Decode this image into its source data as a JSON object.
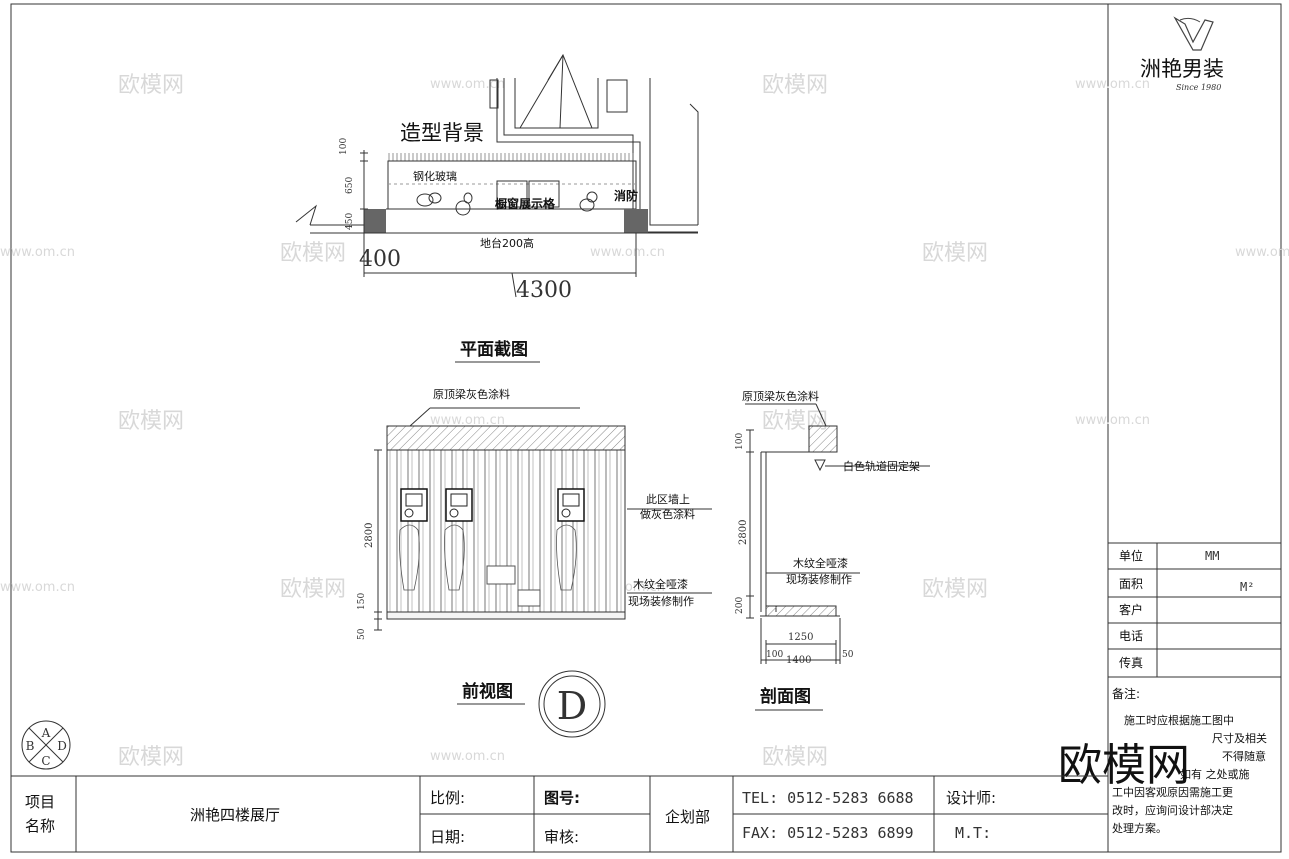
{
  "brand": {
    "name": "洲艳男装",
    "since": "Since 1980"
  },
  "plan": {
    "title_label": "造型背景",
    "glass_label": "钢化玻璃",
    "shelf_label": "橱窗展示格",
    "fire_label": "消防",
    "platform_label": "地台200高",
    "dim_400": "400",
    "dim_4300": "4300",
    "dim_100": "100",
    "dim_650": "650",
    "dim_450": "450"
  },
  "titles": {
    "plan": "平面截图",
    "front": "前视图",
    "section": "剖面图"
  },
  "front": {
    "ceiling_label": "原顶梁灰色涂料",
    "wall_label_1": "此区墙上",
    "wall_label_2": "做灰色涂料",
    "wood_label_1": "木纹全哑漆",
    "wood_label_2": "现场装修制作",
    "dim_2800": "2800",
    "dim_150": "150",
    "dim_50": "50",
    "marker": "D"
  },
  "section": {
    "ceiling_label": "原顶梁灰色涂料",
    "rail_label": "白色轨道固定架",
    "wood_label_1": "木纹全哑漆",
    "wood_label_2": "现场装修制作",
    "dim_100": "100",
    "dim_2800": "2800",
    "dim_200": "200",
    "dim_1250": "1250",
    "dim_100b": "100",
    "dim_1400": "1400",
    "dim_50": "50"
  },
  "compass": {
    "a": "A",
    "b": "B",
    "c": "C",
    "d": "D"
  },
  "info": {
    "unit_label": "单位",
    "unit_value": "MM",
    "area_label": "面积",
    "area_value": "M²",
    "client_label": "客户",
    "phone_label": "电话",
    "fax_label": "传真",
    "notes_label": "备注:",
    "notes_lines": [
      "施工时应根据施工图中",
      "尺寸及相关",
      "不得随意",
      "如有 之处或施",
      "工中因客观原因需施工更",
      "改时，应询问设计部决定",
      "处理方案。"
    ]
  },
  "footer": {
    "project_label_1": "项目",
    "project_label_2": "名称",
    "project_name": "洲艳四楼展厅",
    "scale_label": "比例:",
    "drawing_no_label": "图号:",
    "date_label": "日期:",
    "review_label": "审核:",
    "dept": "企划部",
    "tel": "TEL: 0512-5283 6688",
    "fax": "FAX: 0512-5283 6899",
    "designer_label": "设计师:",
    "mt_label": "M.T:"
  },
  "watermark": {
    "text": "欧模网",
    "url": "www.om.cn",
    "big": "欧模网"
  }
}
